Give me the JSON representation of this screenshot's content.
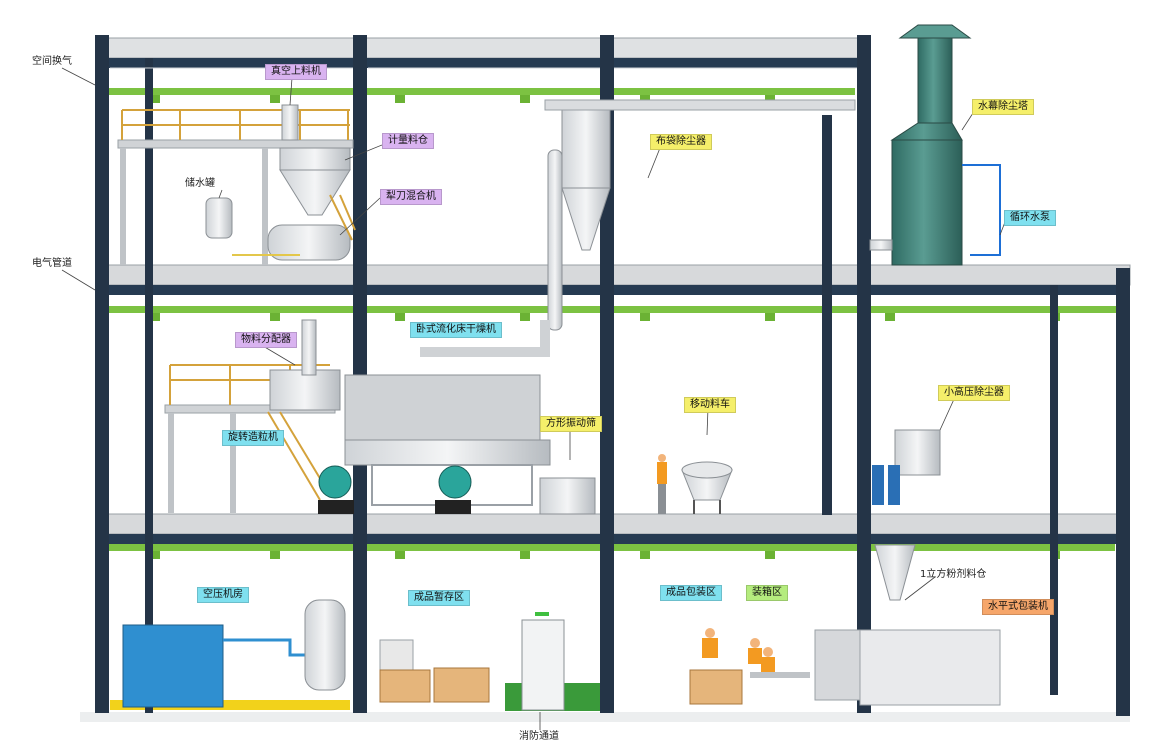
{
  "labels": {
    "vacuum_loader": "真空上料机",
    "metering_bin": "计量料仓",
    "plough_mixer": "犁刀混合机",
    "water_tank": "储水罐",
    "bag_filter": "布袋除尘器",
    "water_scrubber": "水幕除尘塔",
    "circulating_pump": "循环水泵",
    "air_exchange": "空间换气",
    "electrical_conduit": "电气管道",
    "material_distributor": "物料分配器",
    "fluid_bed_dryer": "卧式流化床干燥机",
    "rotary_granulator": "旋转造粒机",
    "square_vibrating_screen": "方形振动筛",
    "mobile_cart": "移动料车",
    "small_hp_dust_collector": "小高压除尘器",
    "compressor_room": "空压机房",
    "finished_storage": "成品暂存区",
    "finished_packing": "成品包装区",
    "boxing": "装箱区",
    "bin_1m3": "1立方粉剂料仓",
    "horizontal_packer": "水平式包装机",
    "fire_passage": "消防通道"
  },
  "colors": {
    "steel_column": "#243447",
    "floor_slab": "#d7d9db",
    "green_pipe": "#7cc242",
    "tower": "#3f7d74",
    "stainless": "#c9ccd0",
    "compressor_blue": "#2f8fd0",
    "yellow_mark": "#f2d21b"
  }
}
